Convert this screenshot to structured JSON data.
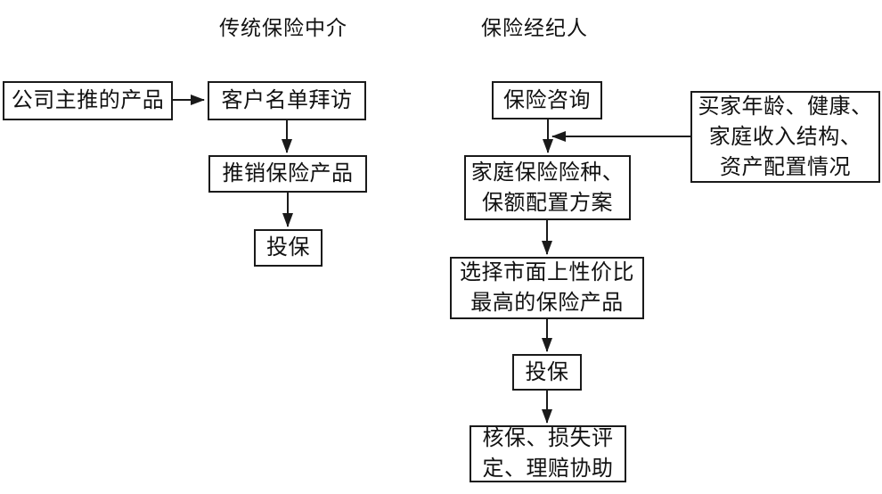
{
  "titles": {
    "left": "传统保险中介",
    "right": "保险经纪人"
  },
  "nodes": {
    "company_products": "公司主推的产品",
    "client_visit": "客户名单拜访",
    "sell_products": "推销保险产品",
    "insure_left": "投保",
    "consult": "保险咨询",
    "family_plan": "家庭保险险种、\n保额配置方案",
    "choose_best": "选择市面上性价比\n最高的保险产品",
    "insure_right": "投保",
    "claims": "核保、损失评\n定、理赔协助",
    "buyer_info": "买家年龄、健康、\n家庭收入结构、\n资产配置情况"
  },
  "colors": {
    "line": "#1a1a1a",
    "background": "#ffffff",
    "text": "#111111"
  }
}
